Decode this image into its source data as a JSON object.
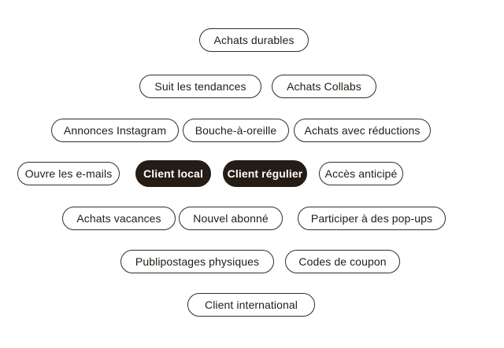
{
  "page": {
    "background_color": "#ffffff"
  },
  "colors": {
    "pill_border": "#2e2e2e",
    "pill_text": "#241c15",
    "pill_dark_background": "#241c15",
    "pill_dark_text": "#ffffff"
  },
  "pills": [
    {
      "label": "Achats durables",
      "variant": "light"
    },
    {
      "label": "Suit les tendances",
      "variant": "light"
    },
    {
      "label": "Achats Collabs",
      "variant": "light"
    },
    {
      "label": "Annonces Instagram",
      "variant": "light"
    },
    {
      "label": "Bouche-à-oreille",
      "variant": "light"
    },
    {
      "label": "Achats avec réductions",
      "variant": "light"
    },
    {
      "label": "Ouvre les e-mails",
      "variant": "light"
    },
    {
      "label": "Client local",
      "variant": "dark"
    },
    {
      "label": "Client régulier",
      "variant": "dark"
    },
    {
      "label": "Accès anticipé",
      "variant": "light"
    },
    {
      "label": "Achats vacances",
      "variant": "light"
    },
    {
      "label": "Nouvel abonné",
      "variant": "light"
    },
    {
      "label": "Participer à des pop-ups",
      "variant": "light"
    },
    {
      "label": "Publipostages physiques",
      "variant": "light"
    },
    {
      "label": "Codes de coupon",
      "variant": "light"
    },
    {
      "label": "Client international",
      "variant": "light"
    }
  ]
}
